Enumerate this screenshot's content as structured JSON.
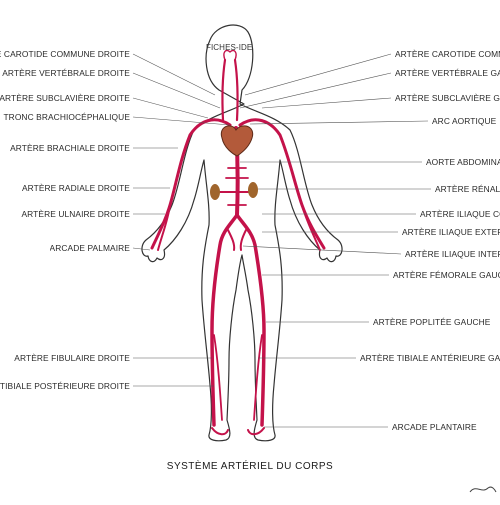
{
  "watermark": "fiches-ide",
  "title": "SYSTÈME ARTÉRIEL DU CORPS",
  "colors": {
    "artery": "#c4124a",
    "heart": "#b35a3a",
    "kidney": "#a0652c",
    "outline": "#333333"
  },
  "labels_left": [
    {
      "id": "carotide-commune-droite",
      "text": "ARTÈRE CAROTIDE COMMUNE DROITE"
    },
    {
      "id": "vertebrale-droite",
      "text": "ARTÈRE VERTÉBRALE DROITE"
    },
    {
      "id": "subclaviere-droite",
      "text": "ARTÈRE SUBCLAVIÈRE DROITE"
    },
    {
      "id": "brachiocephalique",
      "text": "TRONC BRACHIOCÉPHALIQUE"
    },
    {
      "id": "brachiale-droite",
      "text": "ARTÈRE BRACHIALE DROITE"
    },
    {
      "id": "radiale-droite",
      "text": "ARTÈRE RADIALE DROITE"
    },
    {
      "id": "ulnaire-droite",
      "text": "ARTÈRE ULNAIRE DROITE"
    },
    {
      "id": "arcade-palmaire",
      "text": "ARCADE PALMAIRE"
    },
    {
      "id": "fibulaire-droite",
      "text": "ARTÈRE FIBULAIRE DROITE"
    },
    {
      "id": "tibiale-posterieure-droite",
      "text": "ARTÈRE TIBIALE POSTÉRIEURE DROITE"
    }
  ],
  "labels_right": [
    {
      "id": "carotide-commune-gauche",
      "text": "ARTÈRE CAROTIDE COMMUNE GAUCHE"
    },
    {
      "id": "vertebrale-gauche",
      "text": "ARTÈRE VERTÉBRALE GAUCHE"
    },
    {
      "id": "subclaviere-gauche",
      "text": "ARTÈRE SUBCLAVIÈRE GAUCHE"
    },
    {
      "id": "arc-aortique",
      "text": "ARC AORTIQUE"
    },
    {
      "id": "aorte-abdominale",
      "text": "AORTE ABDOMINALE"
    },
    {
      "id": "renale",
      "text": "ARTÈRE RÉNALE"
    },
    {
      "id": "iliaque-commune",
      "text": "ARTÈRE ILIAQUE COMMUNE"
    },
    {
      "id": "iliaque-externe",
      "text": "ARTÈRE ILIAQUE EXTERNE"
    },
    {
      "id": "iliaque-interne",
      "text": "ARTÈRE ILIAQUE INTERNE"
    },
    {
      "id": "femorale-gauche",
      "text": "ARTÈRE FÉMORALE GAUCHE"
    },
    {
      "id": "poplitee-gauche",
      "text": "ARTÈRE POPLITÉE GAUCHE"
    },
    {
      "id": "tibiale-anterieure-gauche",
      "text": "ARTÈRE TIBIALE ANTÉRIEURE GAUCHE"
    },
    {
      "id": "arcade-plantaire",
      "text": "ARCADE PLANTAIRE"
    }
  ]
}
